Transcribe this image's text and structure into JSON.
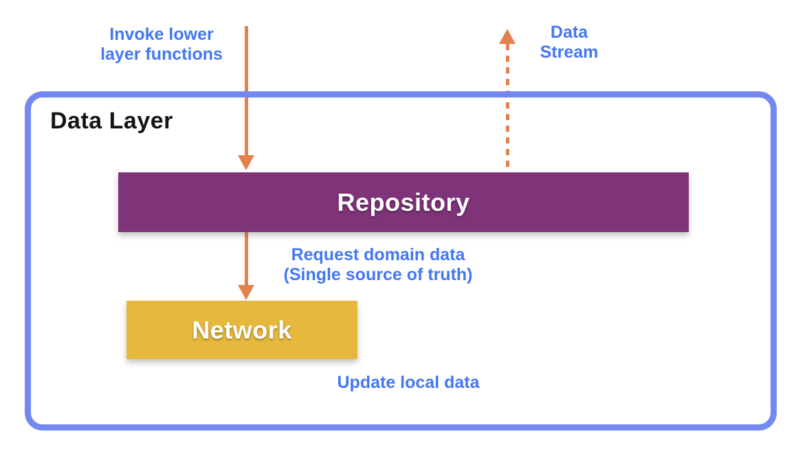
{
  "container": {
    "title": "Data Layer"
  },
  "nodes": {
    "repository": {
      "label": "Repository",
      "color": "#7F3379"
    },
    "network": {
      "label": "Network",
      "color": "#E6B83E"
    }
  },
  "labels": {
    "invoke": {
      "line1": "Invoke lower",
      "line2": "layer functions"
    },
    "stream": {
      "line1": "Data",
      "line2": "Stream"
    },
    "request": {
      "line1": "Request domain data",
      "line2": "(Single source of truth)"
    },
    "update": {
      "text": "Update local data"
    }
  },
  "arrows": [
    {
      "name": "invoke-arrow",
      "style": "solid",
      "direction": "down",
      "from": "outside-top",
      "to": "repository"
    },
    {
      "name": "request-arrow",
      "style": "solid",
      "direction": "down",
      "from": "repository",
      "to": "network"
    },
    {
      "name": "data-stream-arrow",
      "style": "dashed",
      "direction": "up",
      "from": "repository",
      "to": "outside-top"
    }
  ],
  "colors": {
    "container_border": "#7389EF",
    "annotation_text": "#4377F2",
    "arrow": "#E2814B",
    "repository_fill": "#7F3379",
    "network_fill": "#E6B83E",
    "node_text": "#FFFFFF",
    "container_label_text": "#151515",
    "background": "#FFFFFF"
  }
}
